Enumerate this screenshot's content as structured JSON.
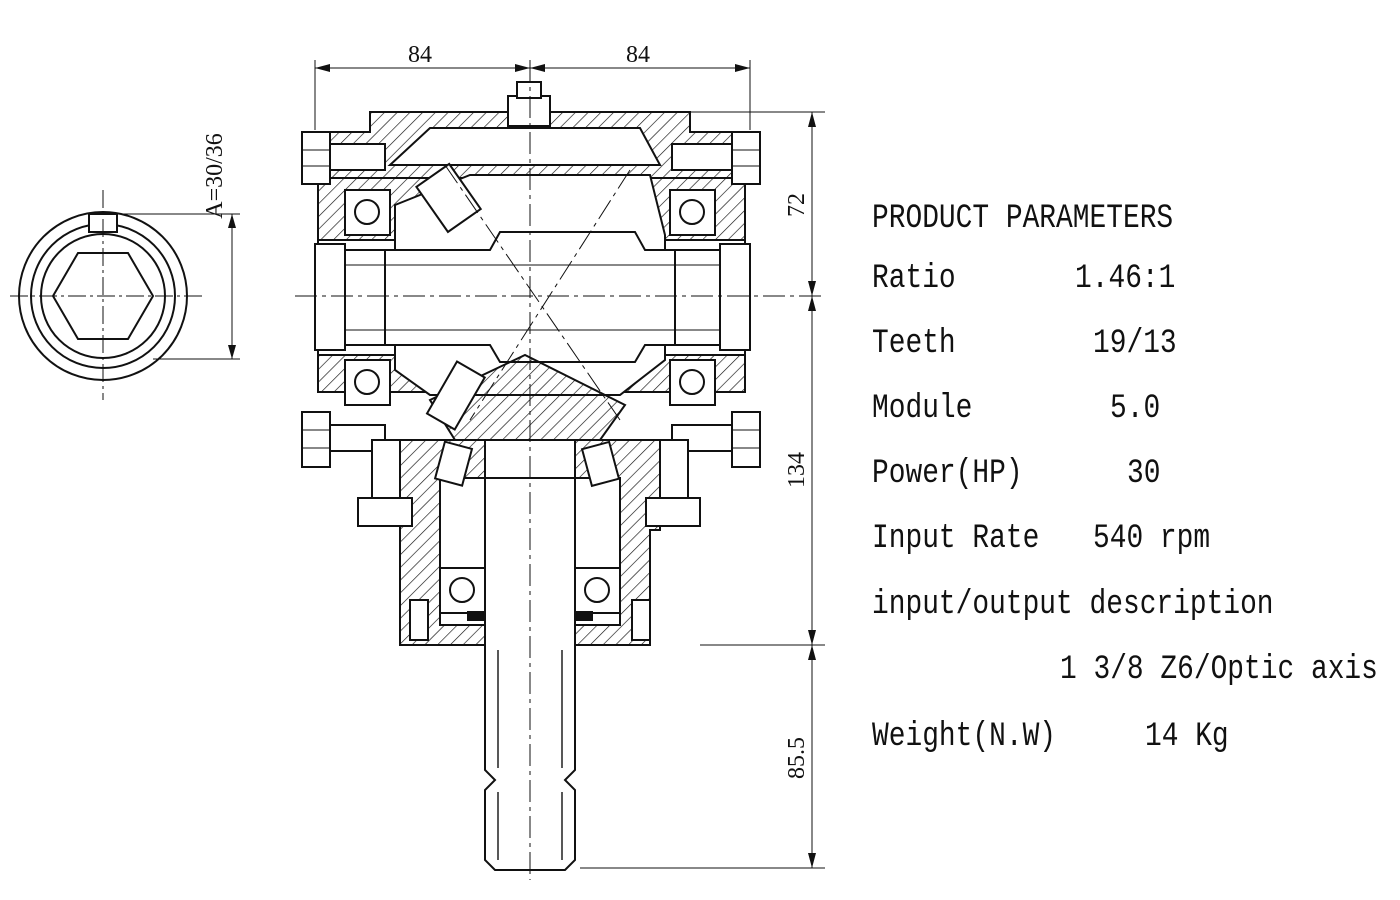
{
  "dimensions": {
    "width_left": "84",
    "width_right": "84",
    "height_upper": "72",
    "height_middle": "134",
    "height_shaft": "85.5",
    "spline_note": "A=30/36"
  },
  "parameters": {
    "title": "PRODUCT PARAMETERS",
    "rows": [
      {
        "label": "Ratio",
        "value": "1.46:1"
      },
      {
        "label": "Teeth",
        "value": "19/13"
      },
      {
        "label": "Module",
        "value": "5.0"
      },
      {
        "label": "Power(HP)",
        "value": "30"
      },
      {
        "label": "Input Rate",
        "value": "540 rpm"
      }
    ],
    "io_label": "input/output description",
    "io_value": "1 3/8 Z6/Optic axis",
    "weight_label": "Weight(N.W)",
    "weight_value": "14 Kg"
  },
  "colors": {
    "line": "#111111",
    "background": "#ffffff"
  }
}
